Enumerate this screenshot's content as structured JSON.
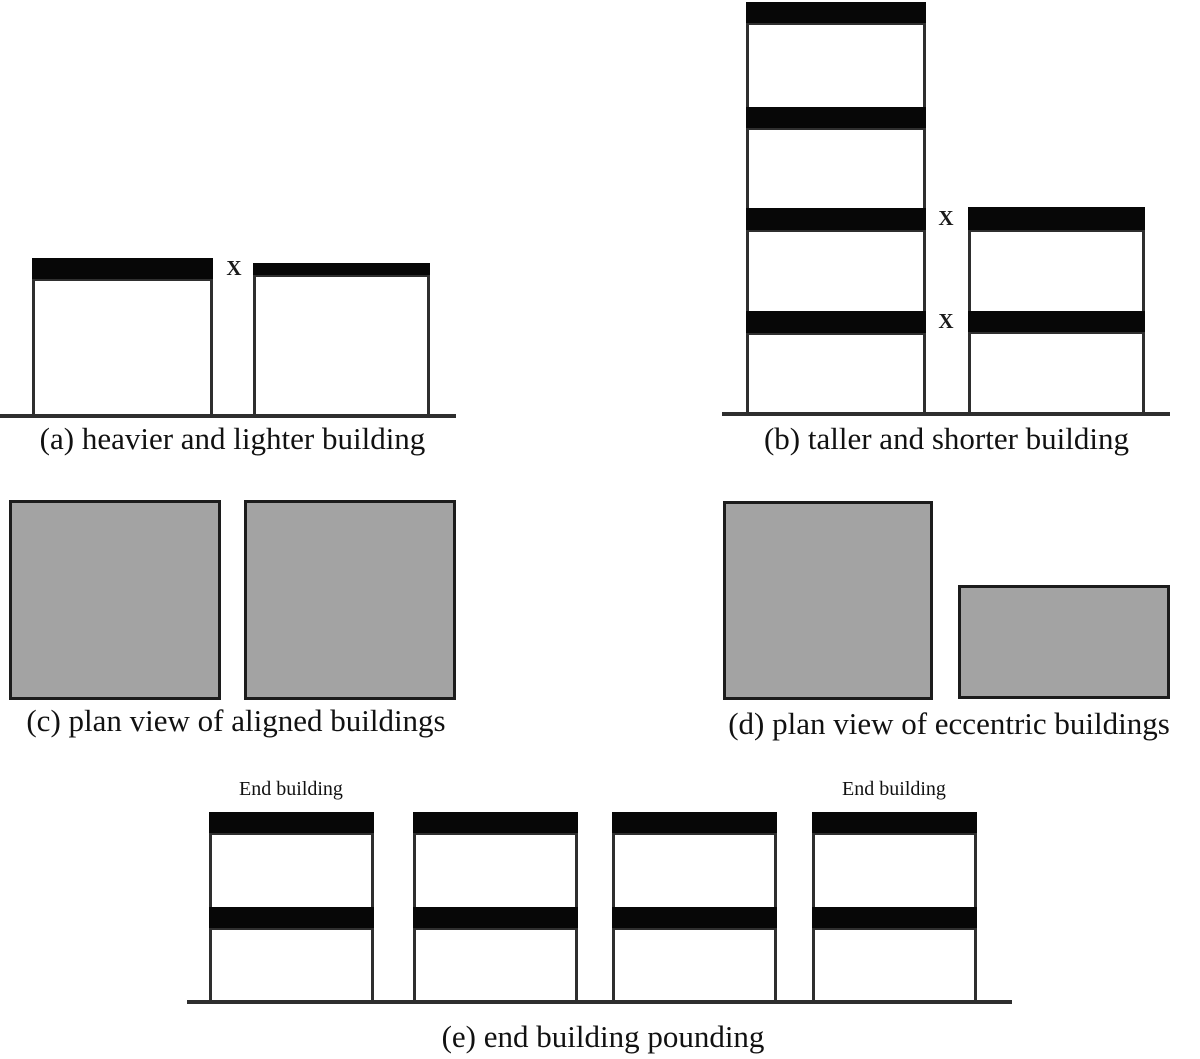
{
  "figure": {
    "colors": {
      "slab_black": "#070707",
      "frame_line": "#2e2e2e",
      "ground_line": "#2e2e2e",
      "plan_fill": "#a3a3a3",
      "plan_border": "#1c1c1c"
    },
    "panel_a": {
      "caption": "(a) heavier and lighter building",
      "gap_label": "X"
    },
    "panel_b": {
      "caption": "(b) taller and shorter building",
      "gap_label_upper": "X",
      "gap_label_lower": "X"
    },
    "panel_c": {
      "caption": "(c) plan view of aligned buildings"
    },
    "panel_d": {
      "caption": "(d) plan view of eccentric buildings"
    },
    "panel_e": {
      "caption": "(e) end building pounding",
      "left_end_label": "End building",
      "right_end_label": "End building"
    }
  }
}
